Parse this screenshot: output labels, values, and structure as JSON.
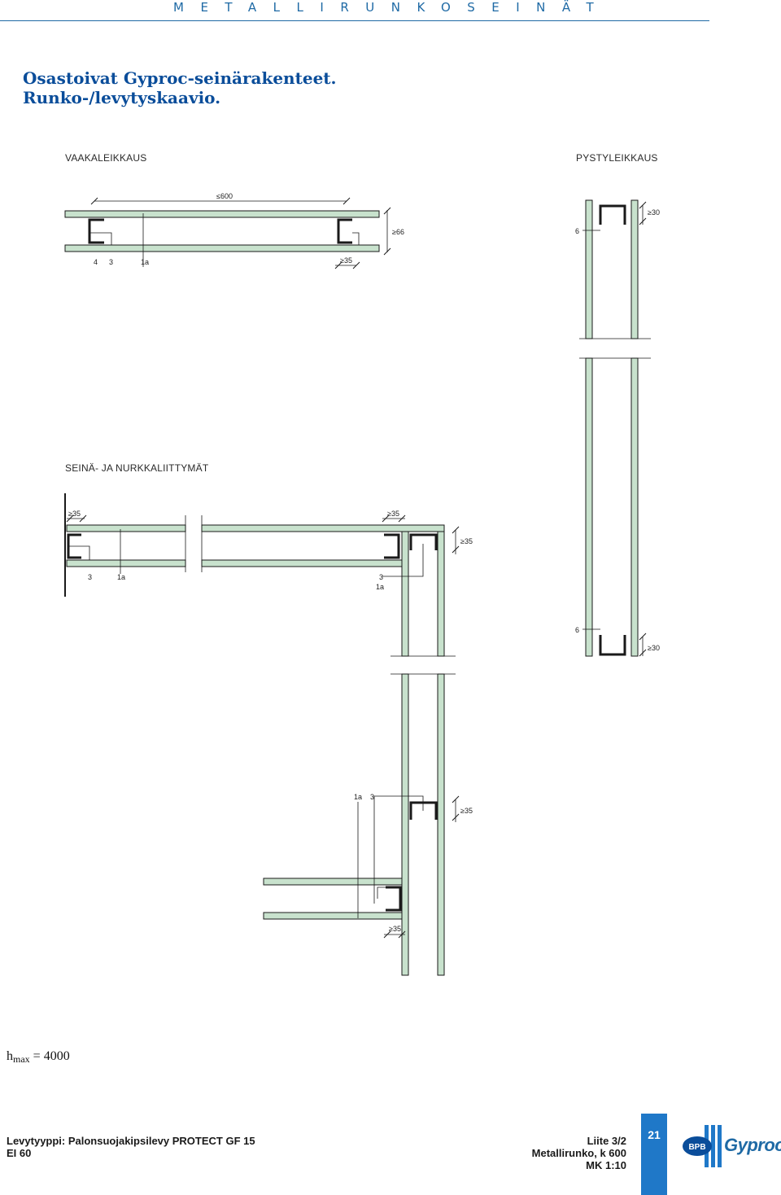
{
  "header": {
    "title": "METALLIRUNKOSEINÄT"
  },
  "title": {
    "line1": "Osastoivat Gyproc-seinärakenteet.",
    "line2": "Runko-/levytyskaavio."
  },
  "sections": {
    "horizontal": "VAAKALEIKKAUS",
    "vertical": "PYSTYLEIKKAUS",
    "junctions": "SEINÄ- JA NURKKALIITTYMÄT"
  },
  "dimensions": {
    "spacing": "≤600",
    "wall_width": "≥66",
    "min30": "≥30",
    "min35": "≥35"
  },
  "markers": {
    "m4": "4",
    "m3": "3",
    "m1a": "1a",
    "m6": "6"
  },
  "hmax": {
    "label": "h",
    "sub": "max",
    "value": "= 4000"
  },
  "footer": {
    "board_type": "Levytyyppi: Palonsuojakipsilevy PROTECT GF 15",
    "rating": "EI 60",
    "appendix": "Liite 3/2",
    "frame": "Metallirunko, k 600",
    "scale": "MK 1:10",
    "page_number": "21"
  },
  "brand": {
    "name": "Gyproc",
    "logo_text": "BPB"
  },
  "colors": {
    "board_fill": "#c8e2cd",
    "line": "#1a1a1a",
    "accent": "#1f6aa5",
    "page_tab": "#1f78c8"
  }
}
